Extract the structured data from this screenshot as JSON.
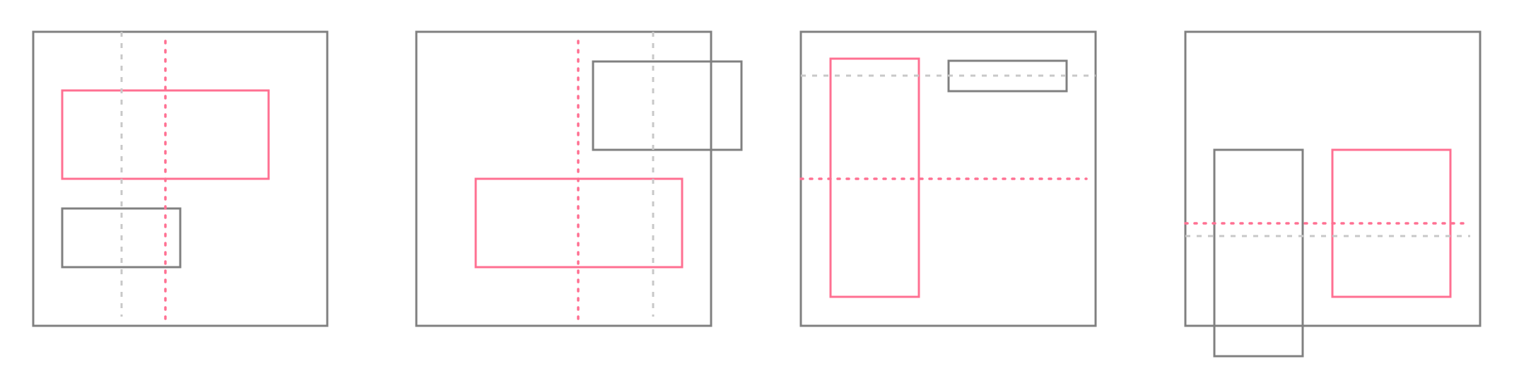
{
  "colors": {
    "background": "#ffffff",
    "frame": "#808080",
    "neutral_box": "#808080",
    "highlight_box": "#ff7092",
    "neutral_guide": "#c8c8c8",
    "highlight_guide": "#ff7092"
  },
  "panels": [
    {
      "id": "panel-1",
      "guide_orientation": "vertical",
      "boxes": [
        "highlight-box",
        "neutral-box"
      ],
      "guides": [
        "neutral-guide",
        "highlight-guide"
      ]
    },
    {
      "id": "panel-2",
      "guide_orientation": "vertical",
      "boxes": [
        "neutral-box",
        "highlight-box"
      ],
      "guides": [
        "highlight-guide",
        "neutral-guide"
      ]
    },
    {
      "id": "panel-3",
      "guide_orientation": "horizontal",
      "boxes": [
        "highlight-box",
        "neutral-box"
      ],
      "guides": [
        "neutral-guide",
        "highlight-guide"
      ]
    },
    {
      "id": "panel-4",
      "guide_orientation": "horizontal",
      "boxes": [
        "neutral-box",
        "highlight-box"
      ],
      "guides": [
        "highlight-guide",
        "neutral-guide"
      ]
    }
  ]
}
